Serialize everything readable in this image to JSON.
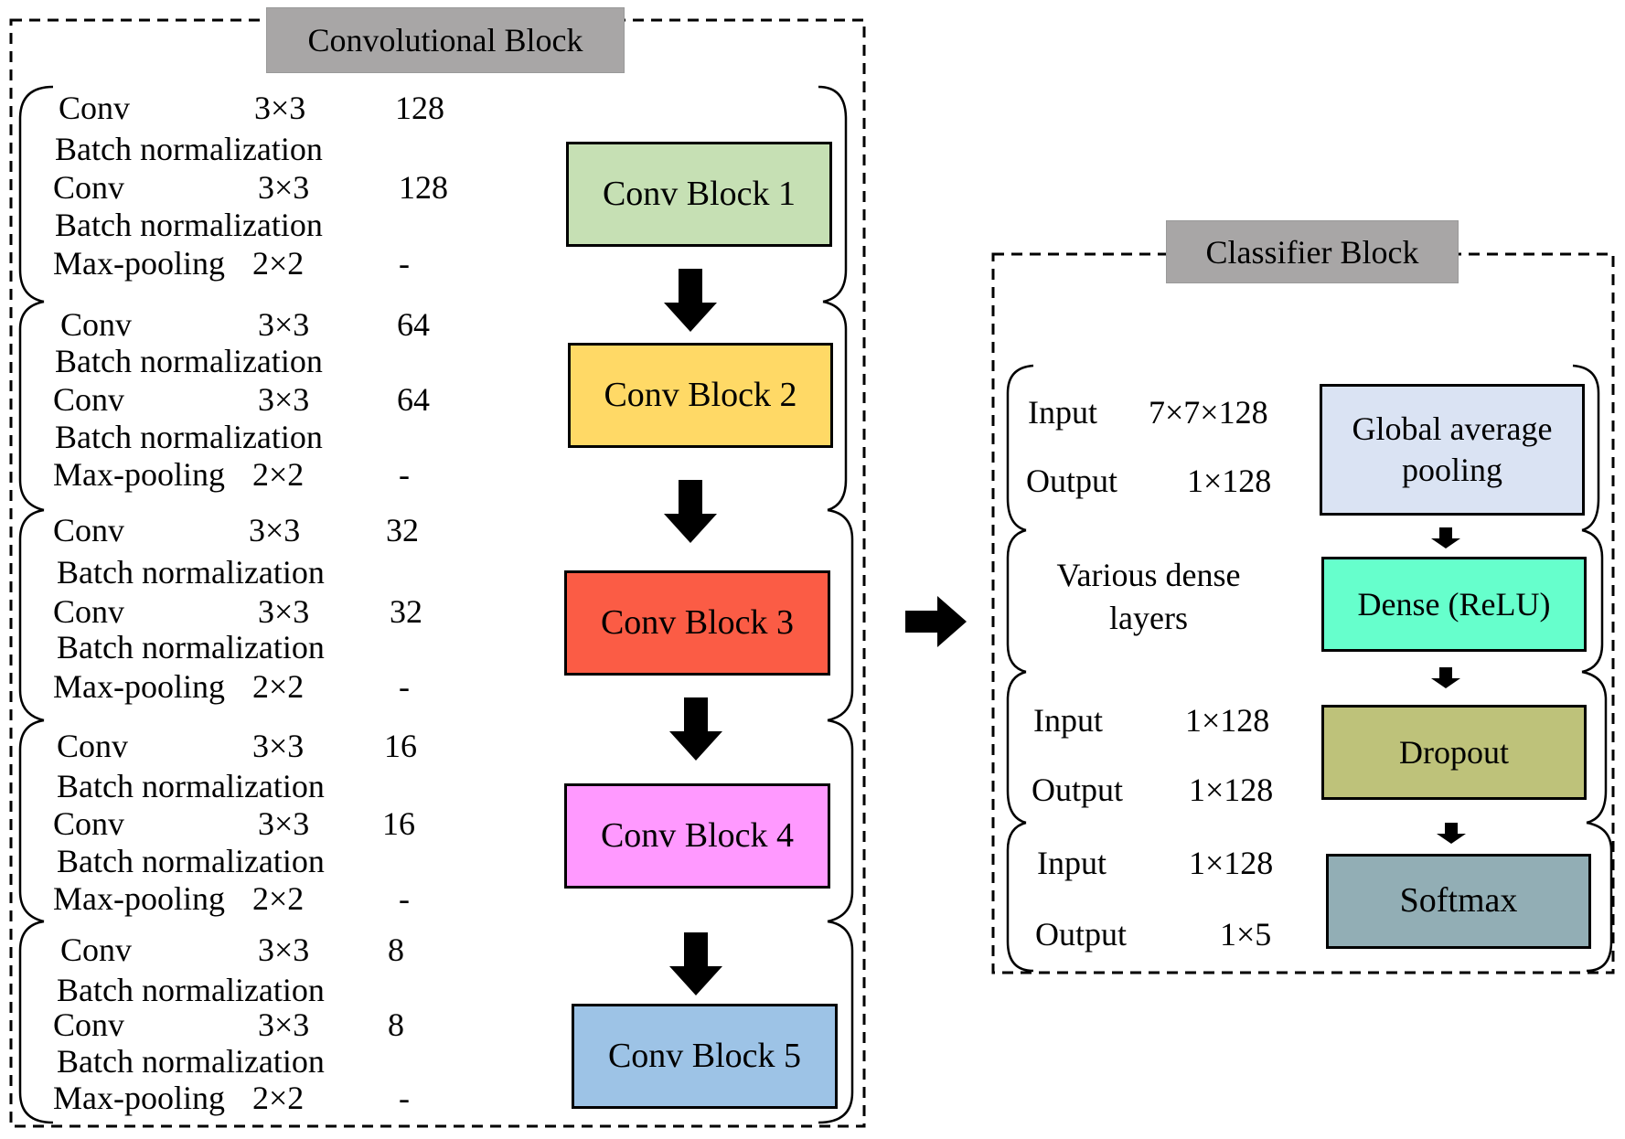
{
  "convolutional_block": {
    "title": "Convolutional Block",
    "blocks": [
      {
        "label": "Conv Block 1",
        "color": "#c6e0b4",
        "layers": [
          {
            "name": "Conv",
            "kernel": "3×3",
            "filters": "128"
          },
          {
            "name": "Batch normalization"
          },
          {
            "name": "Conv",
            "kernel": "3×3",
            "filters": "128"
          },
          {
            "name": "Batch normalization"
          },
          {
            "name": "Max-pooling",
            "kernel": "2×2",
            "filters": "-"
          }
        ]
      },
      {
        "label": "Conv Block 2",
        "color": "#ffd966",
        "layers": [
          {
            "name": "Conv",
            "kernel": "3×3",
            "filters": "64"
          },
          {
            "name": "Batch normalization"
          },
          {
            "name": "Conv",
            "kernel": "3×3",
            "filters": "64"
          },
          {
            "name": "Batch normalization"
          },
          {
            "name": "Max-pooling",
            "kernel": "2×2",
            "filters": "-"
          }
        ]
      },
      {
        "label": "Conv Block 3",
        "color": "#fb5c45",
        "layers": [
          {
            "name": "Conv",
            "kernel": "3×3",
            "filters": "32"
          },
          {
            "name": "Batch normalization"
          },
          {
            "name": "Conv",
            "kernel": "3×3",
            "filters": "32"
          },
          {
            "name": "Batch normalization"
          },
          {
            "name": "Max-pooling",
            "kernel": "2×2",
            "filters": "-"
          }
        ]
      },
      {
        "label": "Conv Block 4",
        "color": "#ff99ff",
        "layers": [
          {
            "name": "Conv",
            "kernel": "3×3",
            "filters": "16"
          },
          {
            "name": "Batch normalization"
          },
          {
            "name": "Conv",
            "kernel": "3×3",
            "filters": "16"
          },
          {
            "name": "Batch normalization"
          },
          {
            "name": "Max-pooling",
            "kernel": "2×2",
            "filters": "-"
          }
        ]
      },
      {
        "label": "Conv Block 5",
        "color": "#9dc3e6",
        "layers": [
          {
            "name": "Conv",
            "kernel": "3×3",
            "filters": "8"
          },
          {
            "name": "Batch normalization"
          },
          {
            "name": "Conv",
            "kernel": "3×3",
            "filters": "8"
          },
          {
            "name": "Batch normalization"
          },
          {
            "name": "Max-pooling",
            "kernel": "2×2",
            "filters": "-"
          }
        ]
      }
    ]
  },
  "classifier_block": {
    "title": "Classifier Block",
    "stages": [
      {
        "label": "Global average pooling",
        "color": "#dae3f3",
        "rows": [
          {
            "name": "Input",
            "value": "7×7×128"
          },
          {
            "name": "Output",
            "value": "1×128"
          }
        ]
      },
      {
        "label": "Dense (ReLU)",
        "color": "#66ffcc",
        "description": "Various dense layers"
      },
      {
        "label": "Dropout",
        "color": "#bec27a",
        "rows": [
          {
            "name": "Input",
            "value": "1×128"
          },
          {
            "name": "Output",
            "value": "1×128"
          }
        ]
      },
      {
        "label": "Softmax",
        "color": "#92aeb5",
        "rows": [
          {
            "name": "Input",
            "value": "1×128"
          },
          {
            "name": "Output",
            "value": "1×5"
          }
        ]
      }
    ]
  }
}
